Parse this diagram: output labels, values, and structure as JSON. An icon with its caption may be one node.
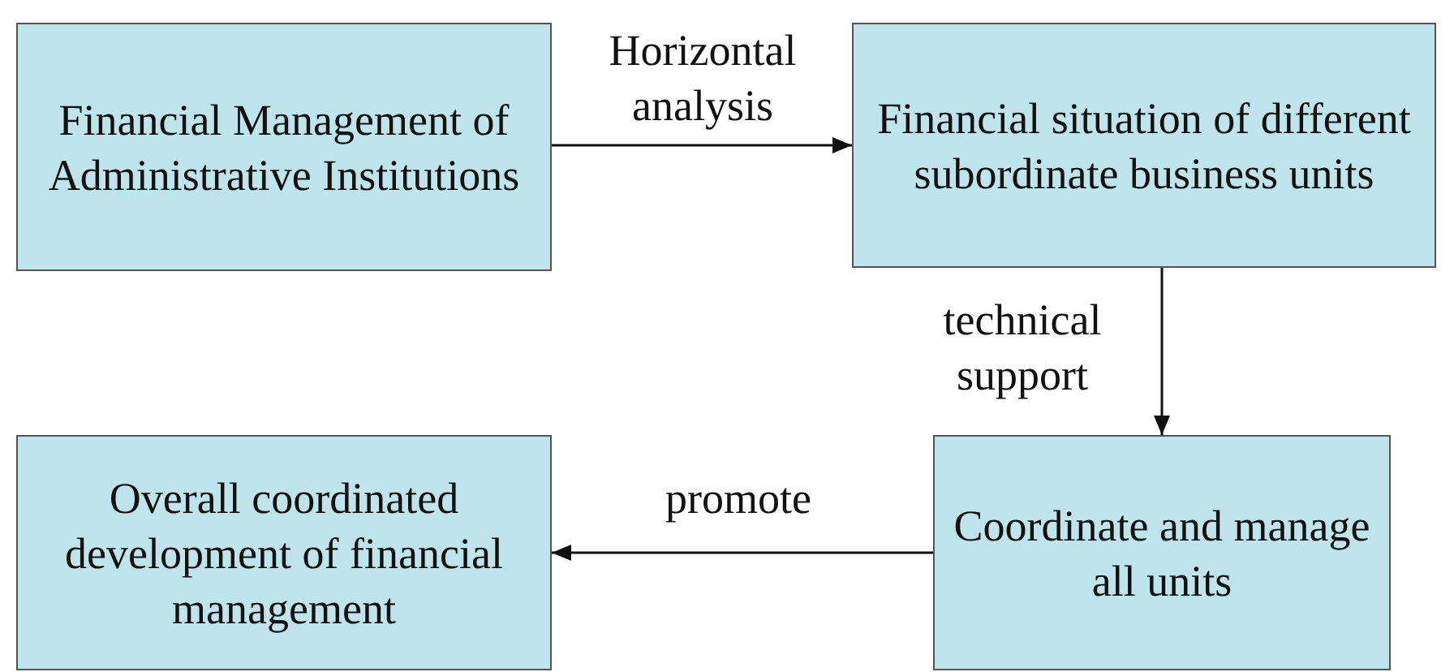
{
  "diagram": {
    "nodes": [
      {
        "text": [
          "Financial Management of Administrative Institutions"
        ]
      },
      {
        "text": [
          "Financial situation of different subordinate business units"
        ]
      },
      {
        "text": [
          "Coordinate and manage all units"
        ]
      },
      {
        "text": [
          "Overall coordinated development of financial management"
        ]
      }
    ],
    "edges": [
      {
        "from": 0,
        "to": 1,
        "arrow": "to",
        "label": "Horizontal analysis"
      },
      {
        "from": 1,
        "to": 2,
        "arrow": "to",
        "label": "technical support"
      },
      {
        "from": 2,
        "to": 3,
        "arrow": "to",
        "label": "promote"
      }
    ]
  }
}
